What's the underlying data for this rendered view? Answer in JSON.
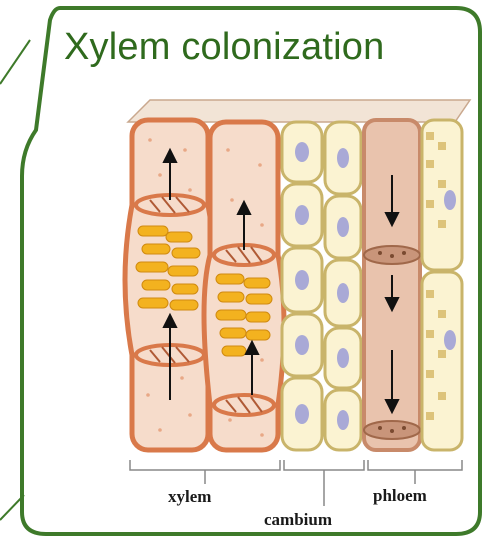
{
  "title": "Xylem colonization",
  "labels": {
    "xylem": "xylem",
    "cambium": "cambium",
    "phloem": "phloem"
  },
  "colors": {
    "frame": "#3e7a2a",
    "title": "#2f6a1d",
    "xylem_wall": "#d9794a",
    "xylem_fill": "#f6dccb",
    "cambium_wall": "#c9b46a",
    "cambium_fill": "#fbf3d2",
    "phloem_wall": "#c88a6a",
    "phloem_fill": "#e9c3ad",
    "bacteria": "#f3b21f",
    "nucleus": "#a9a9d6"
  },
  "icons": [
    "up-arrow-icon",
    "down-arrow-icon"
  ]
}
